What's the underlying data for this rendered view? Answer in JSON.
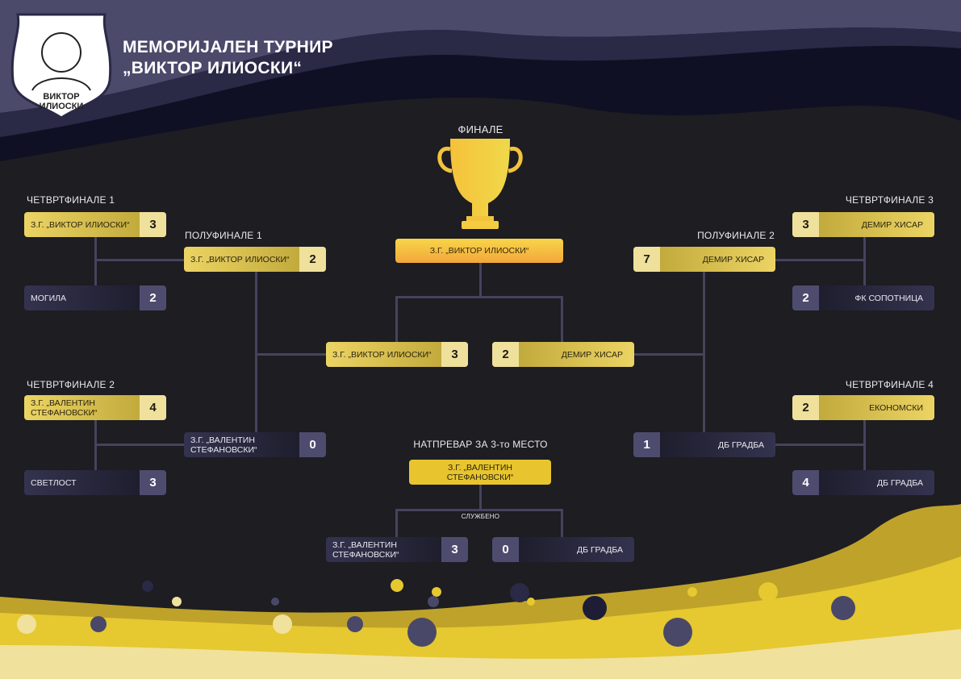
{
  "header": {
    "title_line1": "МЕМОРИЈАЛЕН ТУРНИР",
    "title_line2": "„ВИКТОР ИЛИОСКИ“",
    "logo_text": "ВИКТОР ИЛИОСКИ"
  },
  "final": {
    "label": "ФИНАЛЕ",
    "winner": "З.Г. „ВИКТОР ИЛИОСКИ“",
    "left": {
      "team": "З.Г. „ВИКТОР ИЛИОСКИ“",
      "score": "3"
    },
    "right": {
      "team": "ДЕМИР ХИСАР",
      "score": "2"
    }
  },
  "qf1": {
    "label": "ЧЕТВРТФИНАЛЕ 1",
    "a": {
      "team": "З.Г. „ВИКТОР ИЛИОСКИ“",
      "score": "3"
    },
    "b": {
      "team": "МОГИЛА",
      "score": "2"
    }
  },
  "qf2": {
    "label": "ЧЕТВРТФИНАЛЕ 2",
    "a": {
      "team": "З.Г. „ВАЛЕНТИН СТЕФАНОВСКИ“",
      "score": "4"
    },
    "b": {
      "team": "СВЕТЛОСТ",
      "score": "3"
    }
  },
  "qf3": {
    "label": "ЧЕТВРТФИНАЛЕ 3",
    "a": {
      "team": "ДЕМИР ХИСАР",
      "score": "3"
    },
    "b": {
      "team": "ФК СОПОТНИЦА",
      "score": "2"
    }
  },
  "qf4": {
    "label": "ЧЕТВРТФИНАЛЕ 4",
    "a": {
      "team": "ЕКОНОМСКИ",
      "score": "2"
    },
    "b": {
      "team": "ДБ ГРАДБА",
      "score": "4"
    }
  },
  "sf1": {
    "label": "ПОЛУФИНАЛЕ 1",
    "a": {
      "team": "З.Г. „ВИКТОР ИЛИОСКИ“",
      "score": "2"
    },
    "b": {
      "team": "З.Г. „ВАЛЕНТИН СТЕФАНОВСКИ“",
      "score": "0"
    }
  },
  "sf2": {
    "label": "ПОЛУФИНАЛЕ 2",
    "a": {
      "team": "ДЕМИР ХИСАР",
      "score": "7"
    },
    "b": {
      "team": "ДБ ГРАДБА",
      "score": "1"
    }
  },
  "third": {
    "label": "НАТПРЕВАР ЗА 3-то МЕСТО",
    "winner": "З.Г. „ВАЛЕНТИН СТЕФАНОВСКИ“",
    "note": "СЛУЖБЕНО",
    "left": {
      "team": "З.Г. „ВАЛЕНТИН СТЕФАНОВСКИ“",
      "score": "3"
    },
    "right": {
      "team": "ДБ ГРАДБА",
      "score": "0"
    }
  },
  "colors": {
    "gold": "#ecd464",
    "navy": "#34334f",
    "accent": "#e8c52e"
  }
}
